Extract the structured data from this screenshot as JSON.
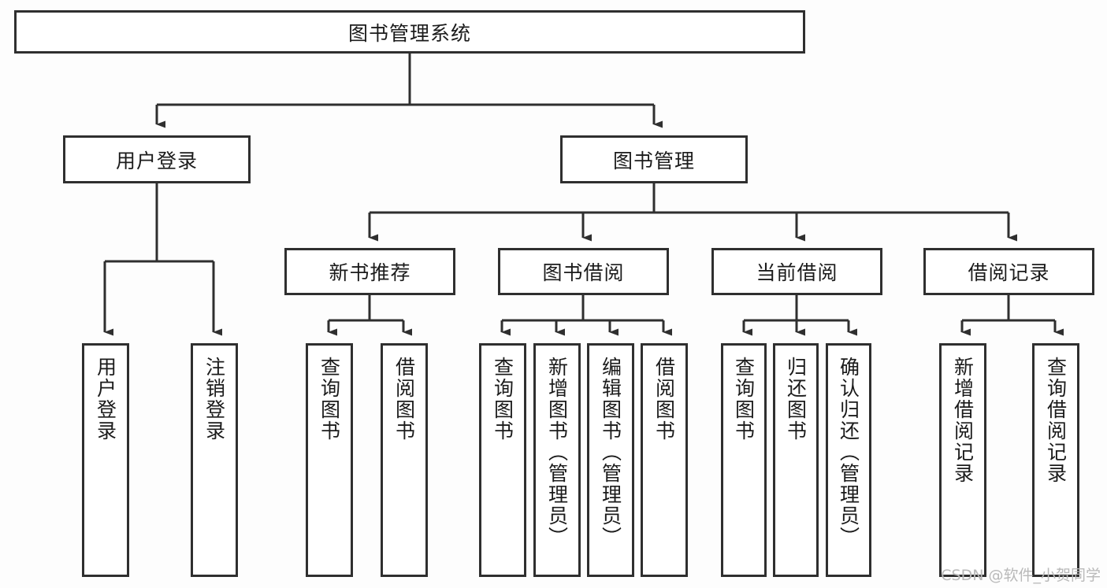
{
  "diagram": {
    "type": "tree-hierarchy",
    "title": "图书管理系统",
    "watermark": "CSDN @软件_小贺同学",
    "colors": {
      "box_border": "#2f2f2f",
      "box_fill": "#ffffff",
      "connector": "#333333",
      "text": "#1b1b1b",
      "background": "#fdfdfd",
      "watermark": "#b9b9b9"
    },
    "root": {
      "label": "图书管理系统"
    },
    "level1": [
      {
        "label": "用户登录"
      },
      {
        "label": "图书管理"
      }
    ],
    "level2": [
      {
        "label": "新书推荐"
      },
      {
        "label": "图书借阅"
      },
      {
        "label": "当前借阅"
      },
      {
        "label": "借阅记录"
      }
    ],
    "leaves": {
      "user_login": [
        {
          "label": "用户登录"
        },
        {
          "label": "注销登录"
        }
      ],
      "new_book_recommend": [
        {
          "label": "查询图书"
        },
        {
          "label": "借阅图书"
        }
      ],
      "book_borrow": [
        {
          "label": "查询图书"
        },
        {
          "label": "新增图书（管理员）"
        },
        {
          "label": "编辑图书（管理员）"
        },
        {
          "label": "借阅图书"
        }
      ],
      "current_borrow": [
        {
          "label": "查询图书"
        },
        {
          "label": "归还图书"
        },
        {
          "label": "确认归还（管理员）"
        }
      ],
      "borrow_records": [
        {
          "label": "新增借阅记录"
        },
        {
          "label": "查询借阅记录"
        }
      ]
    }
  }
}
